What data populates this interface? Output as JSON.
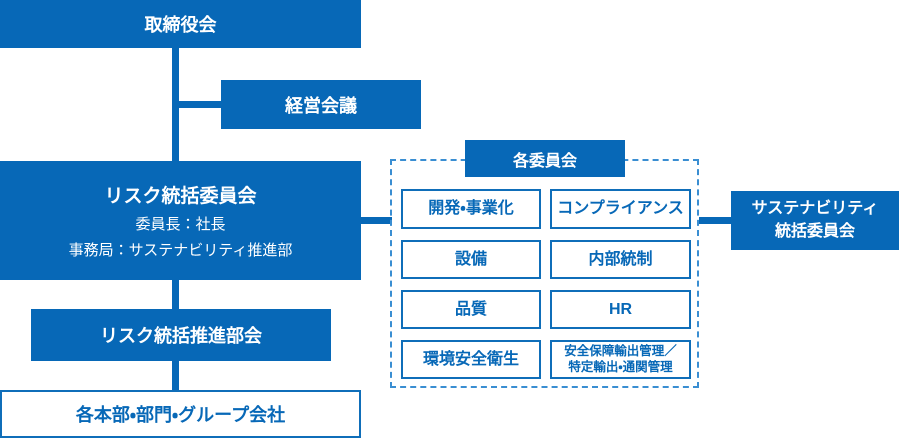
{
  "colors": {
    "primary_blue": "#0768b7",
    "outline_border_blue": "#0f6eb9",
    "dashed_border_blue": "#3a8ed2",
    "box_text_white": "#ffffff",
    "background": "#ffffff"
  },
  "org_chart": {
    "board_of_directors": "取締役会",
    "management_meeting": "経営会議",
    "risk_committee": {
      "title": "リスク統括委員会",
      "chair_line": "委員長：社長",
      "secretariat_line": "事務局：サステナビリティ推進部"
    },
    "risk_promotion_subcommittee": "リスク統括推進部会",
    "divisions": "各本部・部門・グループ会社",
    "committees_group": {
      "header": "各委員会",
      "items": [
        "開発・事業化",
        "コンプライアンス",
        "設備",
        "内部統制",
        "品質",
        "HR",
        "環境安全衛生",
        "安全保障輸出管理／\n特定輸出・通関管理"
      ]
    },
    "sustainability_committee": "サステナビリティ\n統括委員会"
  }
}
